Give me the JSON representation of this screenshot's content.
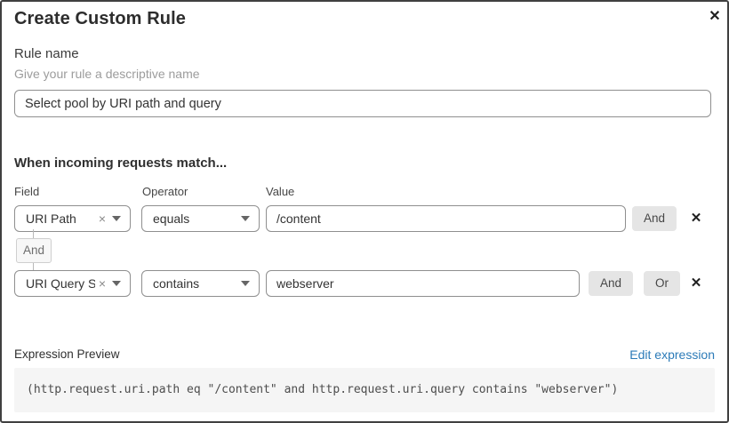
{
  "dialog": {
    "title": "Create Custom Rule",
    "close_icon": "✕"
  },
  "rule_name": {
    "label": "Rule name",
    "hint": "Give your rule a descriptive name",
    "value": "Select pool by URI path and query"
  },
  "match_section": {
    "heading": "When incoming requests match...",
    "columns": {
      "field": "Field",
      "operator": "Operator",
      "value": "Value"
    },
    "connector_label": "And",
    "clear_icon": "×",
    "delete_icon": "✕",
    "rows": [
      {
        "field": "URI Path",
        "operator": "equals",
        "value": "/content",
        "buttons": [
          "And"
        ]
      },
      {
        "field": "URI Query St...",
        "operator": "contains",
        "value": "webserver",
        "buttons": [
          "And",
          "Or"
        ]
      }
    ]
  },
  "expression": {
    "label": "Expression Preview",
    "edit_link": "Edit expression",
    "code": "(http.request.uri.path eq \"/content\" and http.request.uri.query contains \"webserver\")"
  },
  "colors": {
    "link_blue": "#2c7bb8",
    "code_background": "#f5f5f5",
    "chip_background": "#e5e5e5",
    "border_gray": "#8f8f8f"
  }
}
